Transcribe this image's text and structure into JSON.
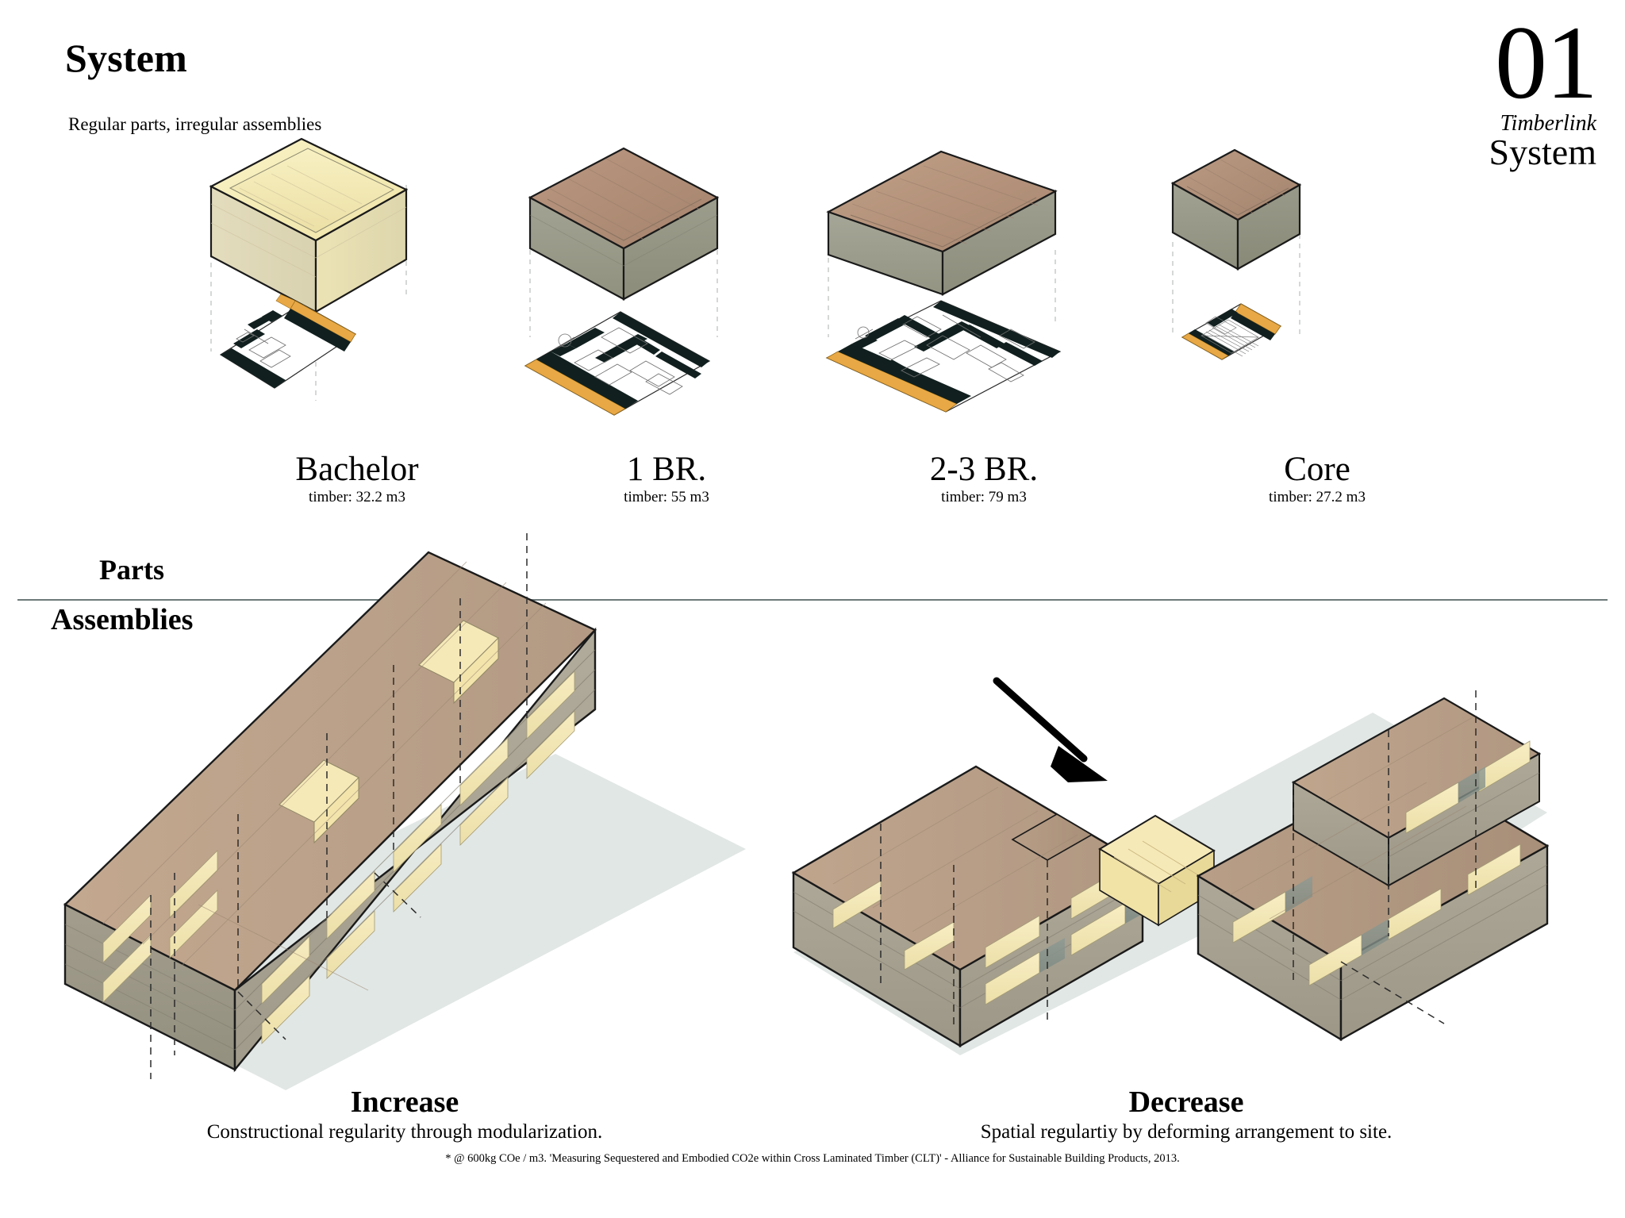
{
  "header": {
    "title": "System",
    "subtitle": "Regular parts, irregular assemblies"
  },
  "plate": {
    "number": "01",
    "brand": "Timberlink",
    "section": "System"
  },
  "section_labels": {
    "parts": "Parts",
    "assemblies": "Assemblies"
  },
  "parts": [
    {
      "name": "Bachelor",
      "timber": "timber: 32.2 m3",
      "module_color": "cream",
      "plan": "bachelor-plan"
    },
    {
      "name": "1 BR.",
      "timber": "timber: 55 m3",
      "module_color": "brown",
      "plan": "one-bedroom-plan"
    },
    {
      "name": "2-3 BR.",
      "timber": "timber: 79 m3",
      "module_color": "brown",
      "plan": "two-three-bedroom-plan"
    },
    {
      "name": "Core",
      "timber": "timber: 27.2 m3",
      "module_color": "brown",
      "plan": "core-plan"
    }
  ],
  "assemblies": [
    {
      "title": "Increase",
      "description": "Constructional regularity through modularization.",
      "figure": "linear-stacked-bar"
    },
    {
      "title": "Decrease",
      "description": "Spatial regulartiy by deforming arrangement to site.",
      "figure": "articulated-deformed-bar",
      "annotation": "arrow-icon"
    }
  ],
  "footnote": "* @ 600kg COe / m3. 'Measuring Sequestered and Embodied CO2e within Cross Laminated Timber (CLT)' - Alliance for Sustainable Building Products, 2013.",
  "colors": {
    "timber_cream_top": "#f7eebb",
    "timber_cream_side": "#ece2b2",
    "timber_brown_top": "#b3907a",
    "timber_brown_side": "#9a9c8e",
    "timber_brown_face": "#a79f8f",
    "wall_poche": "#11201f",
    "facade_accent": "#e8a845",
    "ground_shadow": "#c9d4d0",
    "divider_rule": "#6d7a79",
    "outline": "#1a1a1a"
  }
}
